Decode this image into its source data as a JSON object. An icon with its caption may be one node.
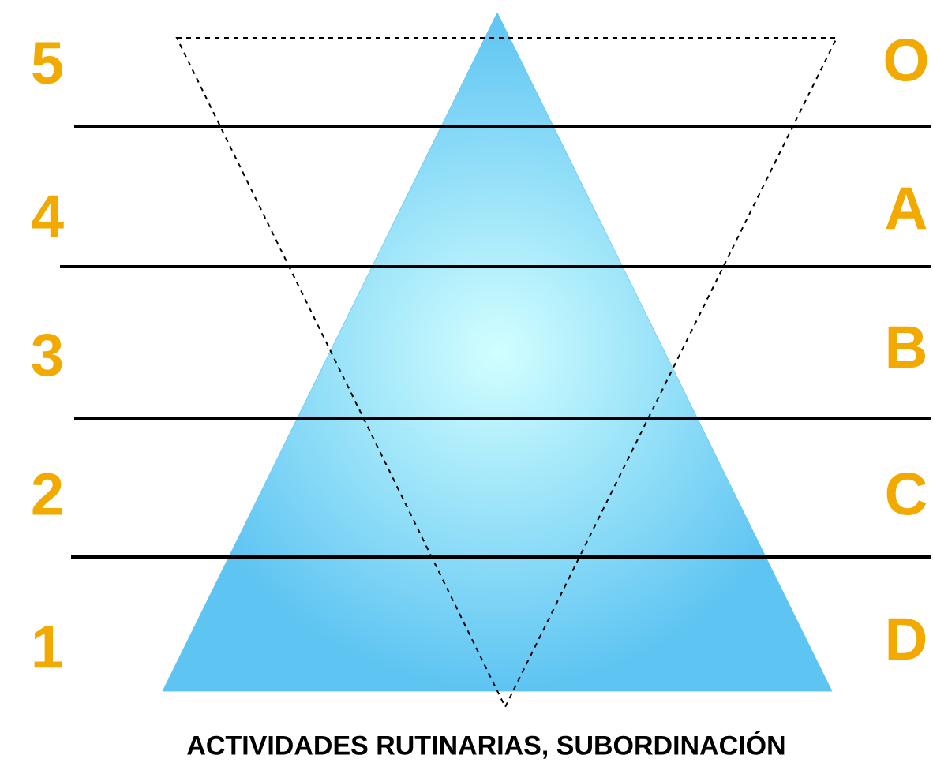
{
  "diagram": {
    "caption": "ACTIVIDADES RUTINARIAS, SUBORDINACIÓN",
    "labels": [
      "5",
      "O",
      "4",
      "A",
      "3",
      "B",
      "2",
      "C",
      "1",
      "D"
    ]
  }
}
